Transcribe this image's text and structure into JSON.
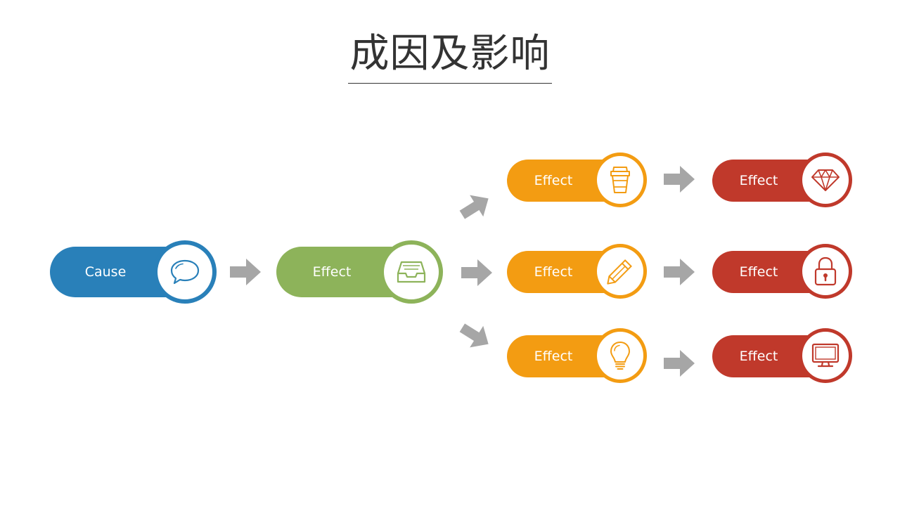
{
  "title": "成因及影响",
  "colors": {
    "cause": "#2980b9",
    "level1": "#8db35a",
    "level2": "#f39c12",
    "level3": "#c0392b",
    "arrow": "#a6a6a6",
    "title": "#333333"
  },
  "nodes": {
    "cause": {
      "label": "Cause",
      "icon": "speech-bubble-icon"
    },
    "effect1": {
      "label": "Effect",
      "icon": "inbox-tray-icon"
    },
    "effect2a": {
      "label": "Effect",
      "icon": "coffee-cup-icon"
    },
    "effect2b": {
      "label": "Effect",
      "icon": "pencil-icon"
    },
    "effect2c": {
      "label": "Effect",
      "icon": "lightbulb-icon"
    },
    "effect3a": {
      "label": "Effect",
      "icon": "diamond-icon"
    },
    "effect3b": {
      "label": "Effect",
      "icon": "padlock-icon"
    },
    "effect3c": {
      "label": "Effect",
      "icon": "monitor-icon"
    }
  }
}
